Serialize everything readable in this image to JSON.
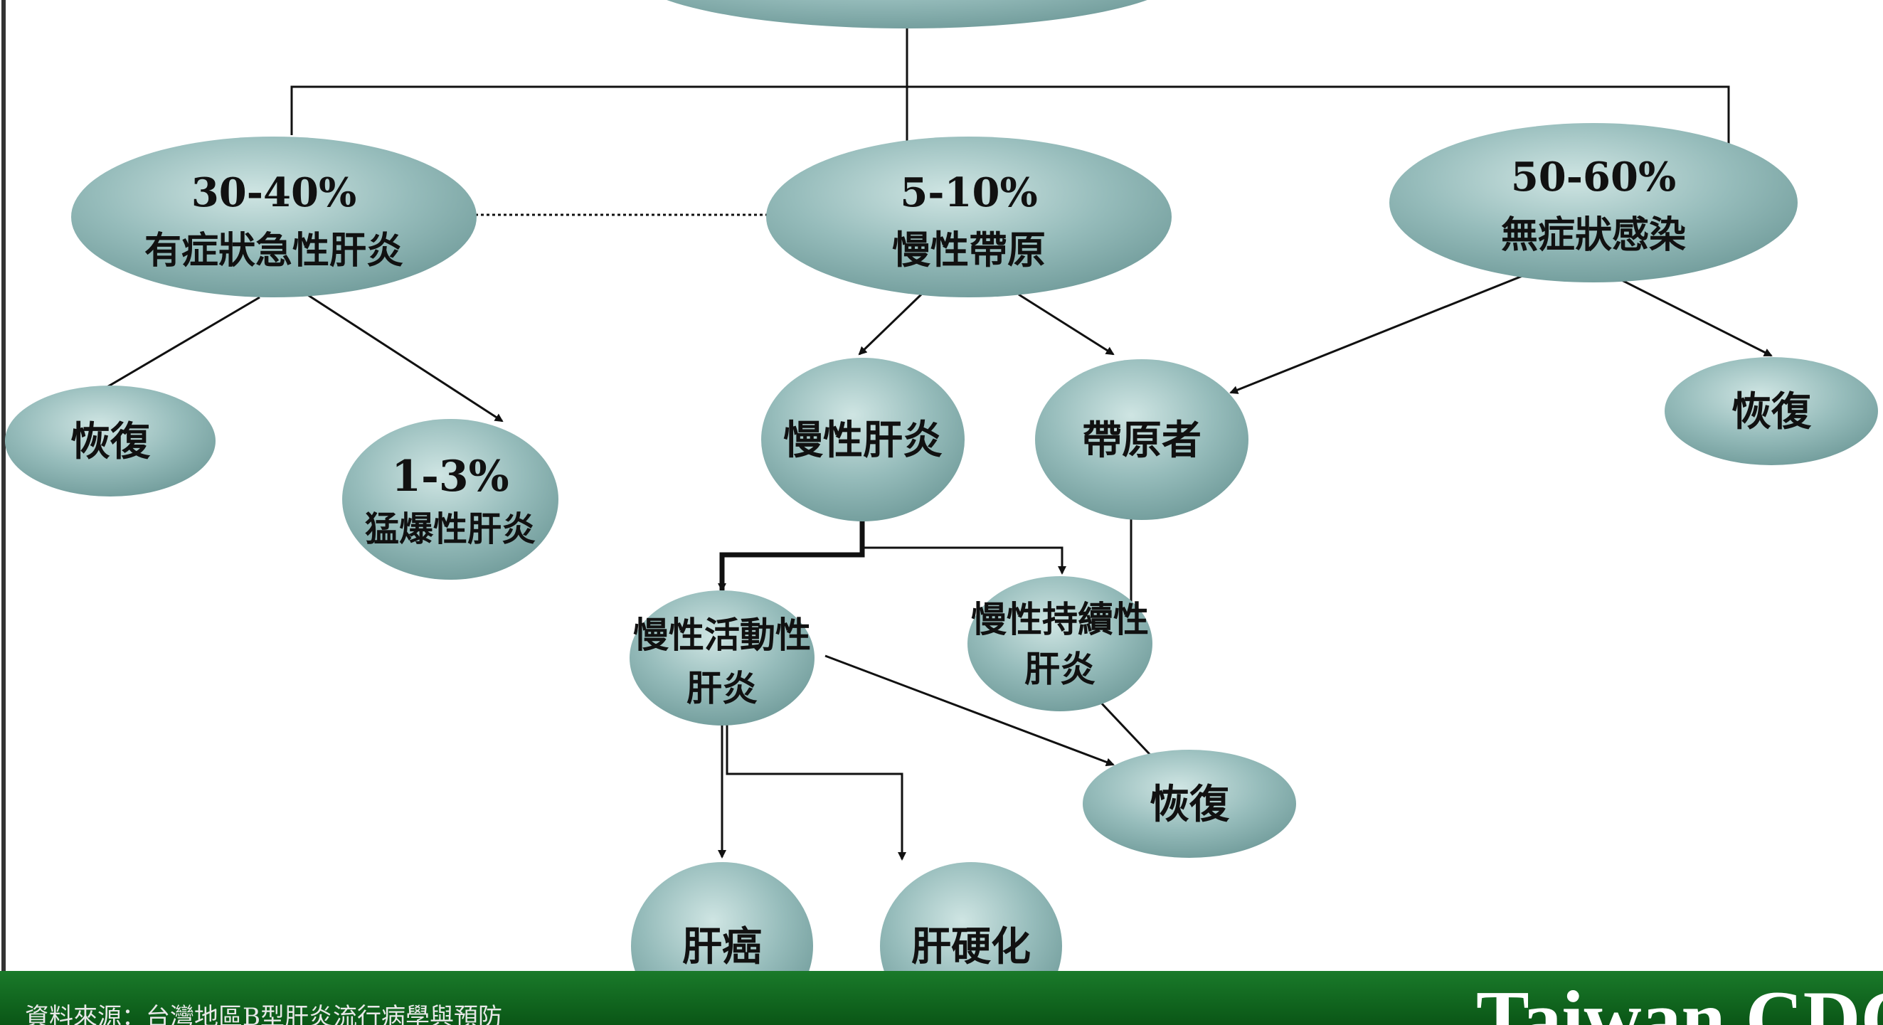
{
  "nodes": {
    "acute_hepatitis": {
      "line1": "30-40%",
      "line2": "有症狀急性肝炎"
    },
    "chronic_carrier": {
      "line1": "5-10%",
      "line2": "慢性帶原"
    },
    "asymptomatic": {
      "line1": "50-60%",
      "line2": "無症狀感染"
    },
    "recovery_left": {
      "label": "恢復"
    },
    "fulminant": {
      "line1": "1-3%",
      "line2": "猛爆性肝炎"
    },
    "chronic_hepatitis": {
      "label": "慢性肝炎"
    },
    "carrier": {
      "label": "帶原者"
    },
    "recovery_right": {
      "label": "恢復"
    },
    "chronic_active": {
      "line1": "慢性活動性",
      "line2": "肝炎"
    },
    "chronic_persistent": {
      "line1": "慢性持續性",
      "line2": "肝炎"
    },
    "recovery_bottom": {
      "label": "恢復"
    },
    "liver_cancer": {
      "label": "肝癌"
    },
    "cirrhosis": {
      "label": "肝硬化"
    }
  },
  "footer": {
    "source": "資料來源：台灣地區B型肝炎流行病學與預防",
    "logo": "Taiwan CDC"
  },
  "colors": {
    "node_fill": "#8fb8b8",
    "node_highlight": "#c8e0de",
    "node_shadow": "#5f8a8a",
    "footer_green": "#0f6a1c"
  }
}
